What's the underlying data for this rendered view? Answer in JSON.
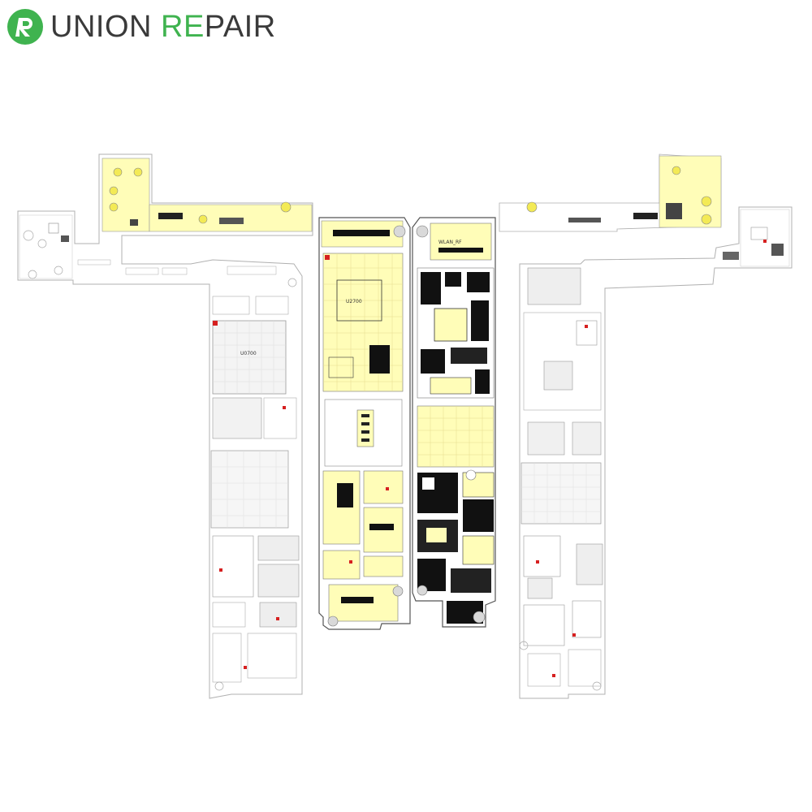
{
  "brand": {
    "word1": "UNION ",
    "word2_accent": "RE",
    "word2_rest": "PAIR",
    "colors": {
      "accent": "#3fb34f",
      "text": "#3a3a3a"
    }
  },
  "diagram": {
    "kind": "circuit-board-layout",
    "panels": [
      {
        "id": "panel-1",
        "style": "outline"
      },
      {
        "id": "panel-2",
        "style": "yellow-highlight"
      },
      {
        "id": "panel-3",
        "style": "dark-components"
      },
      {
        "id": "panel-4",
        "style": "outline"
      }
    ],
    "component_labels": {
      "u0700": "U0700",
      "wlan_rf": "WLAN_RF",
      "u2700": "U2700"
    },
    "colors": {
      "highlight": "#fffdb8",
      "trace": "#c8c8c8",
      "dark": "#111111",
      "marker": "#d62020"
    }
  }
}
